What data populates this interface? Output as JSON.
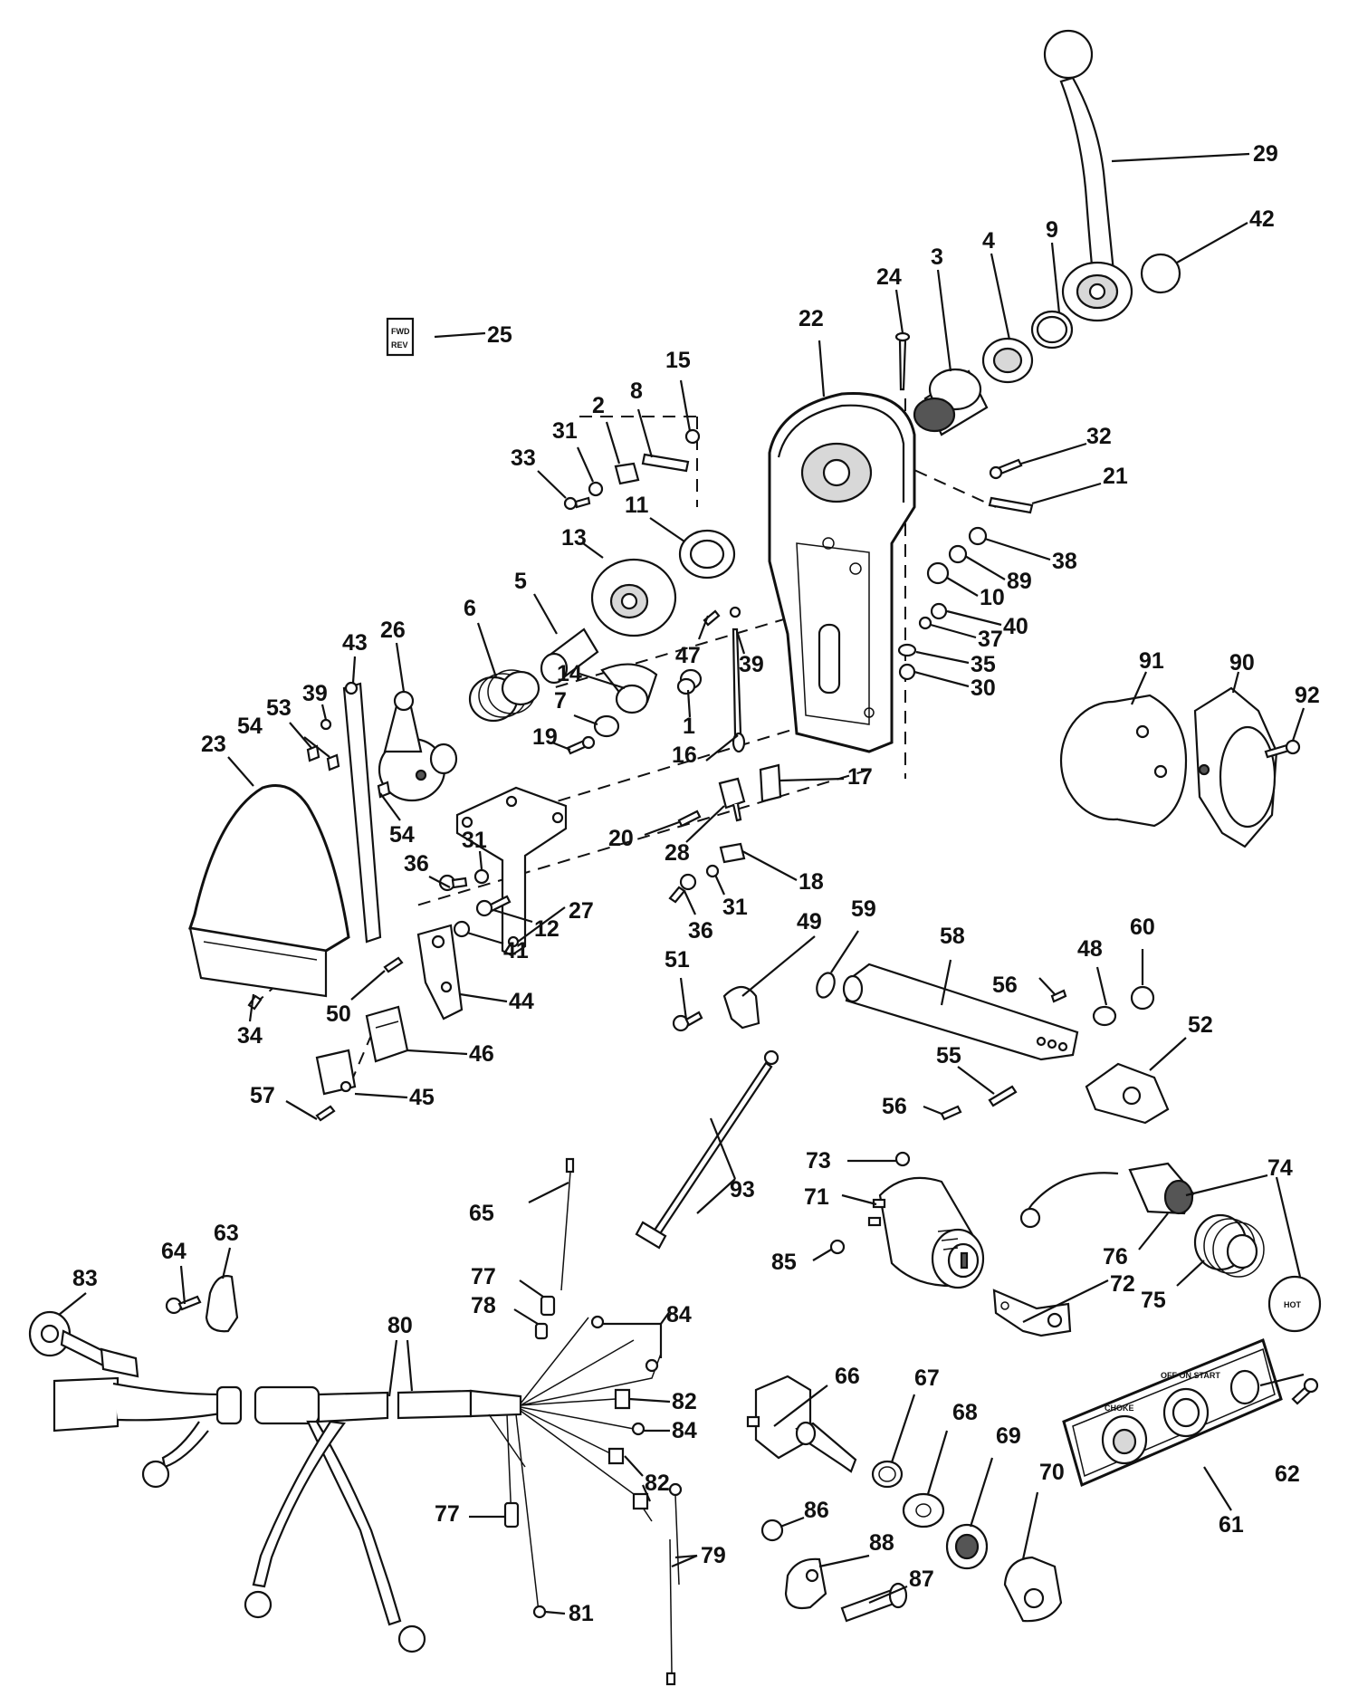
{
  "diagram": {
    "type": "exploded-parts-view",
    "callouts": [
      "1",
      "2",
      "3",
      "4",
      "5",
      "6",
      "7",
      "8",
      "9",
      "10",
      "11",
      "12",
      "13",
      "14",
      "15",
      "16",
      "17",
      "18",
      "19",
      "20",
      "21",
      "22",
      "23",
      "24",
      "25",
      "26",
      "27",
      "28",
      "29",
      "30",
      "31",
      "32",
      "33",
      "34",
      "35",
      "36",
      "37",
      "38",
      "39",
      "40",
      "41",
      "42",
      "43",
      "44",
      "45",
      "46",
      "47",
      "48",
      "49",
      "50",
      "51",
      "52",
      "53",
      "54",
      "55",
      "56",
      "57",
      "58",
      "59",
      "60",
      "61",
      "62",
      "63",
      "64",
      "65",
      "66",
      "67",
      "68",
      "69",
      "70",
      "71",
      "72",
      "73",
      "74",
      "75",
      "76",
      "77",
      "78",
      "79",
      "80",
      "81",
      "82",
      "83",
      "84",
      "85",
      "86",
      "87",
      "88",
      "89",
      "90",
      "91",
      "92",
      "93"
    ],
    "decal_25_text": [
      "FWD",
      "REV"
    ],
    "key_switch_text": "HOT",
    "panel_text": [
      "CHOKE",
      "OFF ON START"
    ]
  }
}
